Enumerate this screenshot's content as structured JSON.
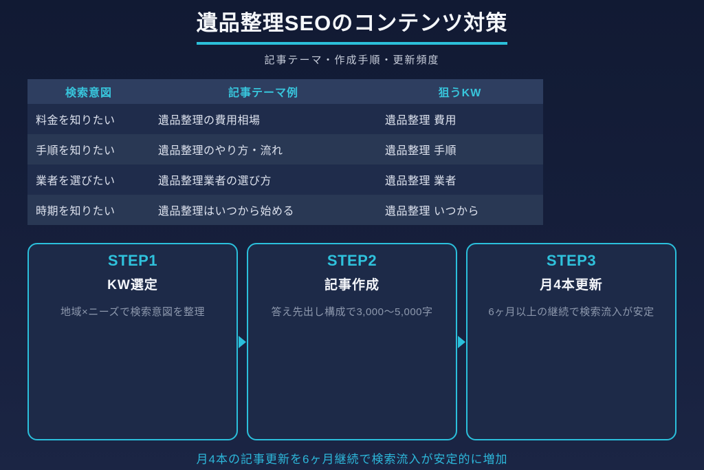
{
  "header": {
    "title": "遺品整理SEOのコンテンツ対策",
    "subtitle": "記事テーマ・作成手順・更新頻度"
  },
  "table": {
    "columns": [
      "検索意図",
      "記事テーマ例",
      "狙うKW"
    ],
    "rows": [
      [
        "料金を知りたい",
        "遺品整理の費用相場",
        "遺品整理 費用"
      ],
      [
        "手順を知りたい",
        "遺品整理のやり方・流れ",
        "遺品整理 手順"
      ],
      [
        "業者を選びたい",
        "遺品整理業者の選び方",
        "遺品整理 業者"
      ],
      [
        "時期を知りたい",
        "遺品整理はいつから始める",
        "遺品整理 いつから"
      ]
    ]
  },
  "steps": [
    {
      "label": "STEP1",
      "title": "KW選定",
      "description": "地域×ニーズで検索意図を整理"
    },
    {
      "label": "STEP2",
      "title": "記事作成",
      "description": "答え先出し構成で3,000〜5,000字"
    },
    {
      "label": "STEP3",
      "title": "月4本更新",
      "description": "6ヶ月以上の継続で検索流入が安定"
    }
  ],
  "footer": {
    "note": "月4本の記事更新を6ヶ月継続で検索流入が安定的に増加"
  },
  "colors": {
    "accent_cyan": "#2cc0d9",
    "background_navy": "#151e3a",
    "card_background": "#1d2a48",
    "table_header_background": "#2e3e60",
    "row_dark": "#1f2c4b",
    "row_light": "#293854"
  }
}
